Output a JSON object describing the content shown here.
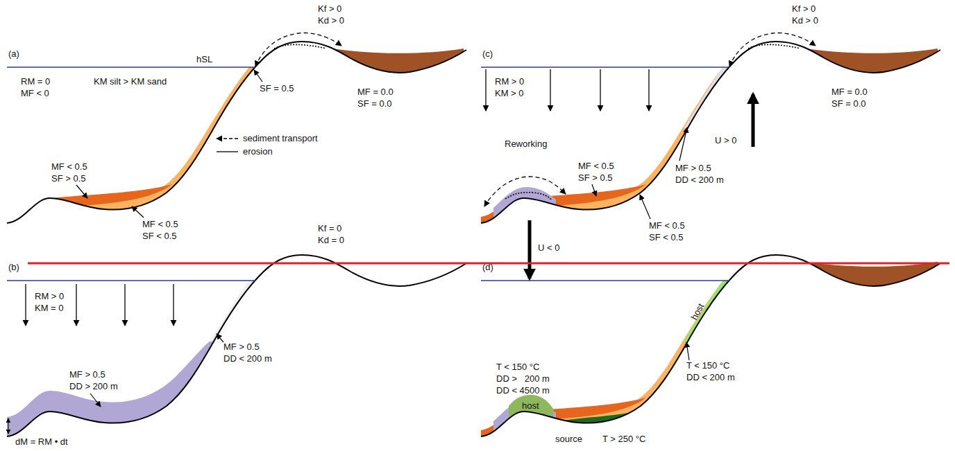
{
  "diagram": {
    "labels": [
      "(a)",
      "hSL",
      "RM = 0",
      "MF < 0",
      "KM silt > KM sand",
      "Kf > 0",
      "Kd > 0",
      "SF = 0.5",
      "MF = 0.0",
      "SF = 0.0",
      "MF < 0.5",
      "SF > 0.5",
      "MF < 0.5",
      "SF < 0.5",
      "(b)",
      "RM > 0",
      "KM = 0",
      "Kf = 0",
      "Kd = 0",
      "MF > 0.5",
      "DD < 200 m",
      "MF > 0.5",
      "DD > 200 m",
      "dM = RM • dt",
      "(c)",
      "Kf > 0",
      "Kd > 0",
      "RM > 0",
      "KM > 0",
      "Reworking",
      "MF = 0.0",
      "SF = 0.0",
      "U > 0",
      "MF > 0.5",
      "DD < 200 m",
      "MF < 0.5",
      "SF > 0.5",
      "MF < 0.5",
      "SF < 0.5",
      "U < 0",
      "(d)",
      "host",
      "T < 150 °C",
      "DD < 200 m",
      "T < 150 °C",
      "DD >   200 m",
      "DD < 4500 m",
      "host",
      "source",
      "T > 250 °C"
    ],
    "legend": [
      {
        "text": "sediment transport"
      },
      {
        "text": "erosion"
      }
    ]
  }
}
